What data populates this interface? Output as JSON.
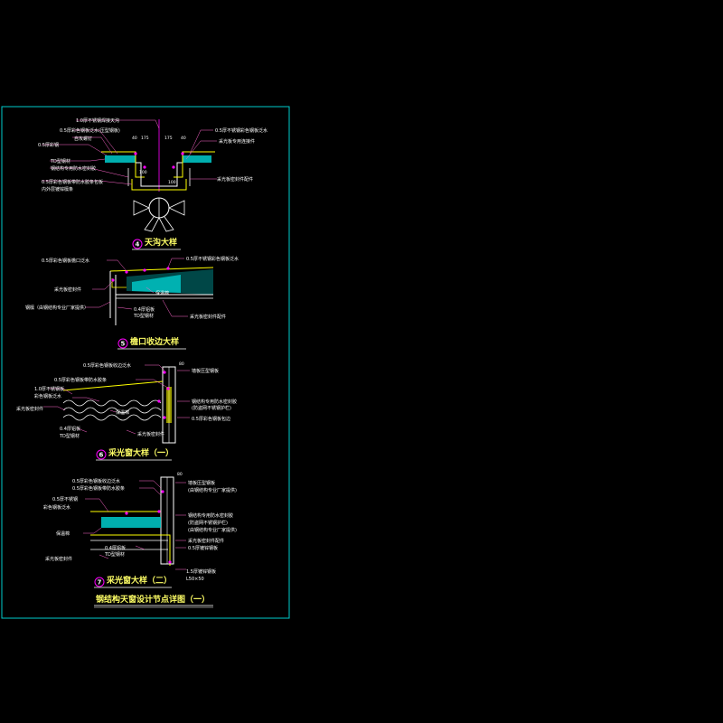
{
  "sheet_title": "钢结构天窗设计节点详图（一）",
  "details": {
    "d4": {
      "number": "4",
      "title": "天沟大样",
      "labels": [
        "1.0厚不锈钢焊接天沟",
        "0.5厚彩色钢板泛水(压型钢板)",
        "0.5厚不锈钢彩色钢板泛水",
        "自攻螺钉",
        "0.5厚彩钢",
        "TD型钢材",
        "钢结构专用防水密封胶",
        "0.5厚彩色钢板带防水胶条包板",
        "内外层镀锌檩条",
        "采光板专用连接件",
        "采光板密封件配件"
      ],
      "dims": [
        "175",
        "175",
        "40",
        "40",
        "100",
        "100"
      ]
    },
    "d5": {
      "number": "5",
      "title": "檐口收边大样",
      "labels": [
        "0.5厚彩色钢板檐口泛水",
        "0.5厚不锈钢彩色钢板泛水",
        "采光板密封件",
        "保温棉",
        "钢檩（由钢结构专业厂家提供）",
        "0.4厚铝板",
        "TD型钢材",
        "采光板密封件配件"
      ]
    },
    "d6": {
      "number": "6",
      "title": "采光窗大样（一）",
      "labels": [
        "0.5厚彩色钢板收边泛水",
        "墙板压型钢板",
        "0.5厚彩色钢板带防水胶条",
        "1.0厚不锈钢板",
        "彩色钢板泛水",
        "采光板密封件",
        "保温棉",
        "钢结构专用防水密封胶",
        "(防盗网不锈钢护栏)",
        "0.5厚彩色钢板包边",
        "0.4厚铝板",
        "TD型钢材",
        "采光板密封件"
      ],
      "dims": [
        "80"
      ]
    },
    "d7": {
      "number": "7",
      "title": "采光窗大样（二）",
      "labels": [
        "0.5厚彩色钢板收边泛水",
        "0.5厚彩色钢板带防水胶条",
        "墙板压型钢板",
        "(由钢结构专业厂家提供)",
        "0.5厚不锈钢",
        "彩色钢板泛水",
        "钢结构专用防水密封胶",
        "(防盗网不锈钢护栏)",
        "(由钢结构专业厂家提供)",
        "保温棉",
        "0.4厚铝板",
        "TD型钢材",
        "采光板密封件",
        "采光板密封件配件",
        "0.5厚镀锌钢板",
        "1.5厚镀锌钢板",
        "L50×50"
      ],
      "dims": [
        "80"
      ]
    }
  },
  "colors": {
    "frame": "#00cccc",
    "structure": "#ffffff",
    "section": "#ff00ff",
    "hatch": "#00cccc",
    "flashing": "#ffff00",
    "leader": "#ff66cc",
    "number_circle": "#ff00ff"
  }
}
